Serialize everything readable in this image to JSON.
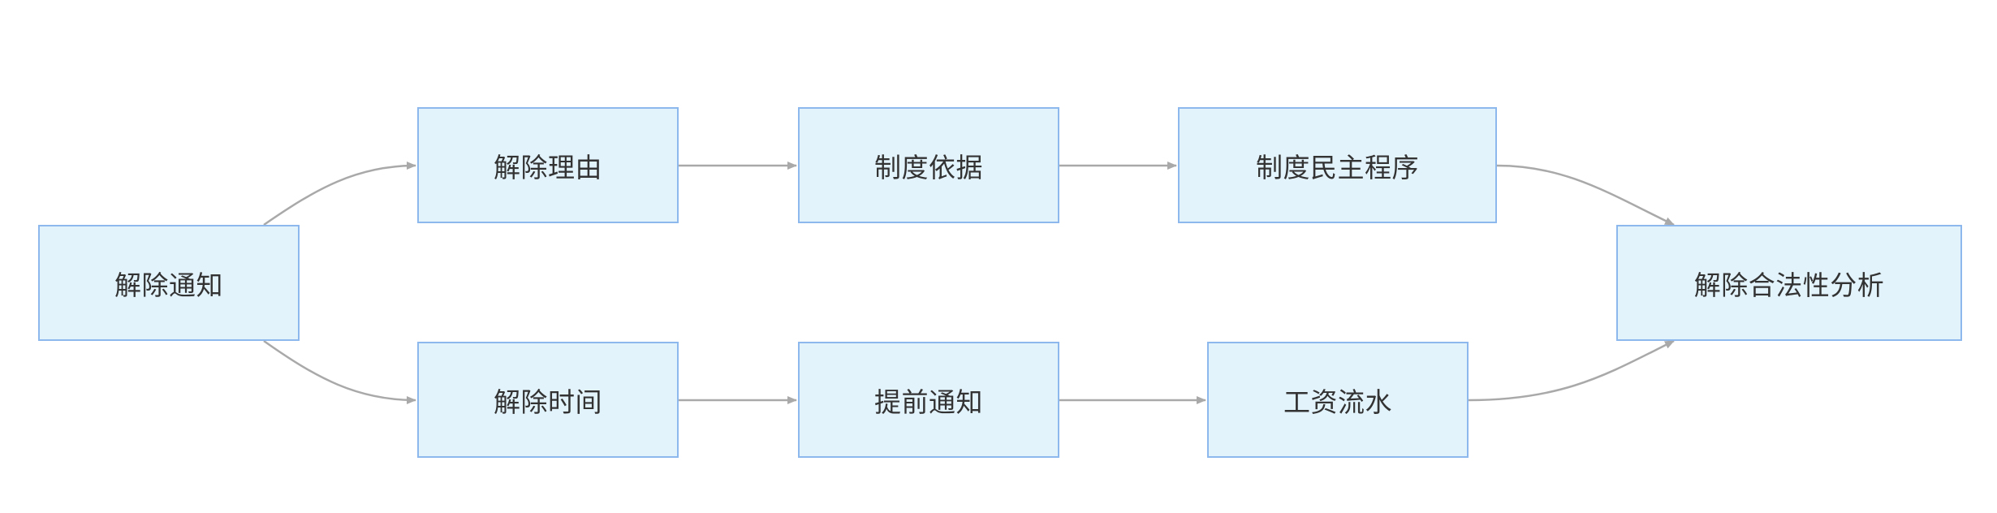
{
  "diagram": {
    "nodes": {
      "notice": "解除通知",
      "reason": "解除理由",
      "basis": "制度依据",
      "procedure": "制度民主程序",
      "time": "解除时间",
      "advance": "提前通知",
      "wage": "工资流水",
      "legality": "解除合法性分析"
    },
    "edges": [
      {
        "from": "notice",
        "to": "reason"
      },
      {
        "from": "reason",
        "to": "basis"
      },
      {
        "from": "basis",
        "to": "procedure"
      },
      {
        "from": "procedure",
        "to": "legality"
      },
      {
        "from": "notice",
        "to": "time"
      },
      {
        "from": "time",
        "to": "advance"
      },
      {
        "from": "advance",
        "to": "wage"
      },
      {
        "from": "wage",
        "to": "legality"
      }
    ],
    "colors": {
      "node_fill": "#e3f3fc",
      "node_border": "#8cb8ee",
      "edge": "#a9a9a9",
      "text": "#333333"
    }
  }
}
